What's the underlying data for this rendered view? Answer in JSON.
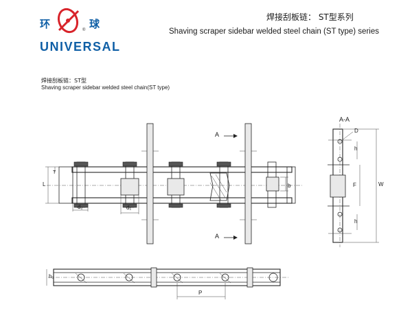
{
  "header": {
    "logo_cn_left": "环",
    "logo_cn_right": "球",
    "logo_registered": "®",
    "logo_en": "UNIVERSAL",
    "title_cn": "焊接刮板链： ST型系列",
    "title_en": "Shaving scraper sidebar welded steel chain (ST type) series"
  },
  "section": {
    "title_cn": "焊接刮板链：ST型",
    "title_en": "Shaving scraper sidebar welded steel chain(ST type)"
  },
  "labels": {
    "section_a_top": "A",
    "section_a_bottom": "A",
    "section_aa": "A-A",
    "dim_L": "L",
    "dim_T": "T",
    "dim_d2": "d₂",
    "dim_d1": "d₁",
    "dim_b": "b",
    "dim_P": "P",
    "dim_h1": "h₁",
    "dim_D": "D",
    "dim_h": "h",
    "dim_F": "F",
    "dim_W": "W",
    "dim_h_lower": "h",
    "dim_h_top": "h"
  }
}
